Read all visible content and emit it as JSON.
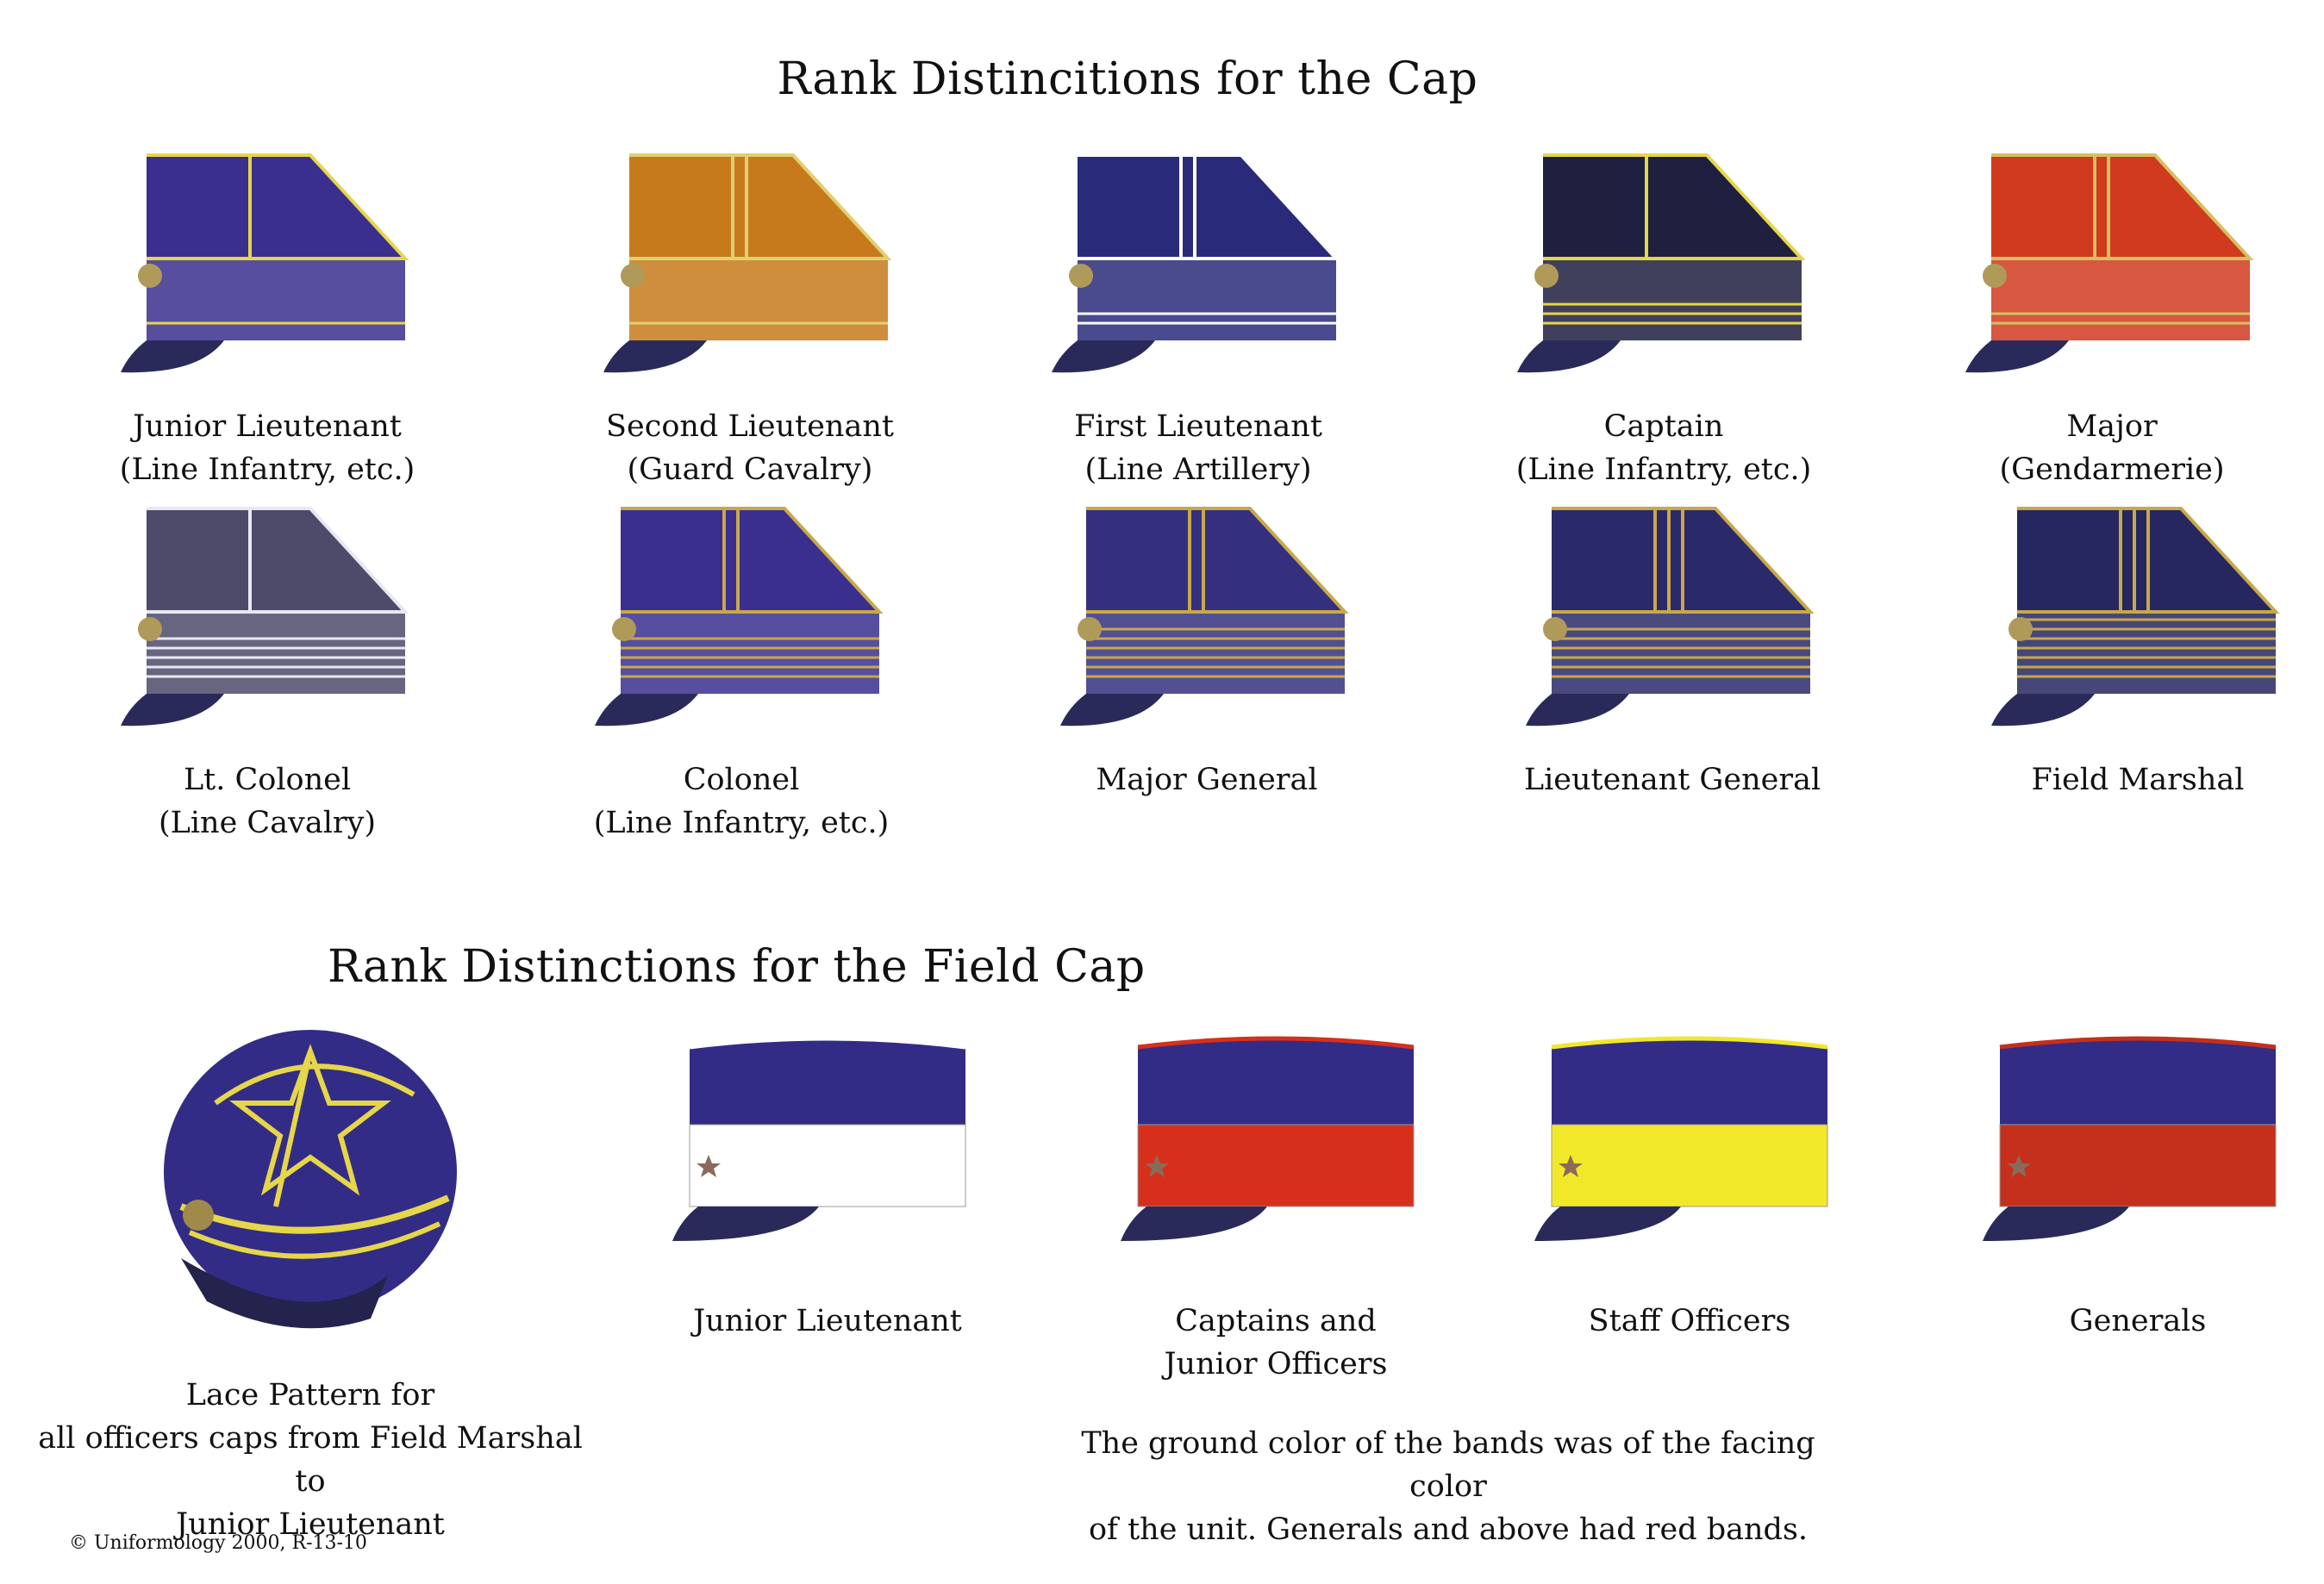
{
  "titles": {
    "cap": "Rank Distincitions for the Cap",
    "field_cap": "Rank Distinctions for the Field Cap"
  },
  "caps": [
    {
      "line1": "Junior Lieutenant",
      "line2": "(Line Infantry, etc.)",
      "crown": "#3a2f8f",
      "stripe": "#e6d64a",
      "stripes": 1,
      "bands": 1
    },
    {
      "line1": "Second Lieutenant",
      "line2": "(Guard Cavalry)",
      "crown": "#c77a1c",
      "stripe": "#e0d070",
      "stripes": 2,
      "bands": 1
    },
    {
      "line1": "First Lieutenant",
      "line2": "(Line Artillery)",
      "crown": "#2a2a7a",
      "stripe": "#ffffff",
      "stripes": 2,
      "bands": 2
    },
    {
      "line1": "Captain",
      "line2": "(Line Infantry, etc.)",
      "crown": "#1f1f3f",
      "stripe": "#e6d64a",
      "stripes": 1,
      "bands": 3
    },
    {
      "line1": "Major",
      "line2": "(Gendarmerie)",
      "crown": "#d03a1f",
      "stripe": "#d6c060",
      "stripes": 2,
      "bands": 2
    },
    {
      "line1": "Lt. Colonel",
      "line2": "(Line Cavalry)",
      "crown": "#4d4a6a",
      "stripe": "#e8e8f4",
      "stripes": 1,
      "bands": 5
    },
    {
      "line1": "Colonel",
      "line2": "(Line Infantry, etc.)",
      "crown": "#3a2f8f",
      "stripe": "#c8a84a",
      "stripes": 2,
      "bands": 5
    },
    {
      "line1": "Major General",
      "line2": "",
      "crown": "#34307f",
      "stripe": "#c8a84a",
      "stripes": 2,
      "bands": 6
    },
    {
      "line1": "Lieutenant General",
      "line2": "",
      "crown": "#2a2a6a",
      "stripe": "#c8a84a",
      "stripes": 3,
      "bands": 6
    },
    {
      "line1": "Field Marshal",
      "line2": "",
      "crown": "#262660",
      "stripe": "#c8a84a",
      "stripes": 3,
      "bands": 7
    }
  ],
  "lace": {
    "line1": "Lace Pattern for",
    "line2": "all officers caps from Field Marshal to",
    "line3": "Junior Lieutenant"
  },
  "field_caps": [
    {
      "line1": "Junior Lieutenant",
      "line2": "",
      "band": "#ffffff",
      "piping": "#ffffff"
    },
    {
      "line1": "Captains and",
      "line2": "Junior Officers",
      "band": "#d6301c",
      "piping": "#d6301c"
    },
    {
      "line1": "Staff Officers",
      "line2": "",
      "band": "#f2e82a",
      "piping": "#f2e82a"
    },
    {
      "line1": "Generals",
      "line2": "",
      "band": "#c4301c",
      "piping": "#c4301c"
    }
  ],
  "note": {
    "line1": "The ground color of the bands was of the facing color",
    "line2": "of the unit. Generals and above had red bands."
  },
  "copyright": "© Uniformology 2000, R-13-10",
  "colors": {
    "cap_body": "#332c86",
    "visor": "#2a2a5a"
  }
}
